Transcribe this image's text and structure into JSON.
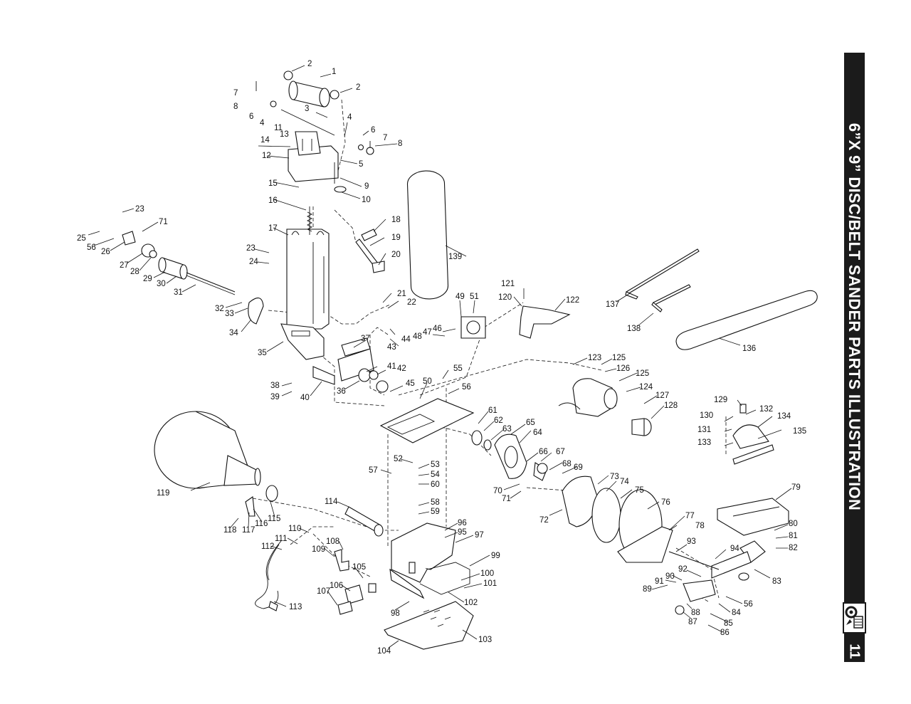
{
  "title": "6”X 9” DISC/BELT SANDER PARTS ILLUSTRATION",
  "page_number": "11",
  "logo_icon": "gear-tool-logo-icon",
  "callouts": [
    "1",
    "2",
    "2",
    "3",
    "4",
    "4",
    "5",
    "6",
    "6",
    "7",
    "7",
    "8",
    "8",
    "9",
    "10",
    "11",
    "12",
    "13",
    "14",
    "15",
    "16",
    "17",
    "18",
    "19",
    "20",
    "21",
    "22",
    "23",
    "23",
    "24",
    "25",
    "26",
    "27",
    "28",
    "29",
    "30",
    "31",
    "32",
    "33",
    "34",
    "35",
    "36",
    "37",
    "38",
    "39",
    "40",
    "41",
    "42",
    "43",
    "44",
    "45",
    "46",
    "47",
    "48",
    "49",
    "50",
    "51",
    "52",
    "53",
    "54",
    "55",
    "56",
    "56",
    "56",
    "57",
    "58",
    "59",
    "60",
    "61",
    "62",
    "63",
    "64",
    "65",
    "66",
    "67",
    "68",
    "69",
    "70",
    "71",
    "71",
    "72",
    "73",
    "74",
    "75",
    "76",
    "77",
    "78",
    "79",
    "80",
    "81",
    "82",
    "83",
    "84",
    "85",
    "86",
    "87",
    "88",
    "89",
    "90",
    "91",
    "92",
    "93",
    "94",
    "95",
    "96",
    "97",
    "98",
    "99",
    "100",
    "101",
    "102",
    "103",
    "104",
    "105",
    "106",
    "107",
    "108",
    "109",
    "110",
    "111",
    "112",
    "113",
    "114",
    "115",
    "116",
    "117",
    "118",
    "119",
    "120",
    "121",
    "122",
    "123",
    "124",
    "125",
    "125",
    "126",
    "127",
    "128",
    "129",
    "130",
    "131",
    "132",
    "133",
    "134",
    "135",
    "136",
    "137",
    "138",
    "139"
  ]
}
